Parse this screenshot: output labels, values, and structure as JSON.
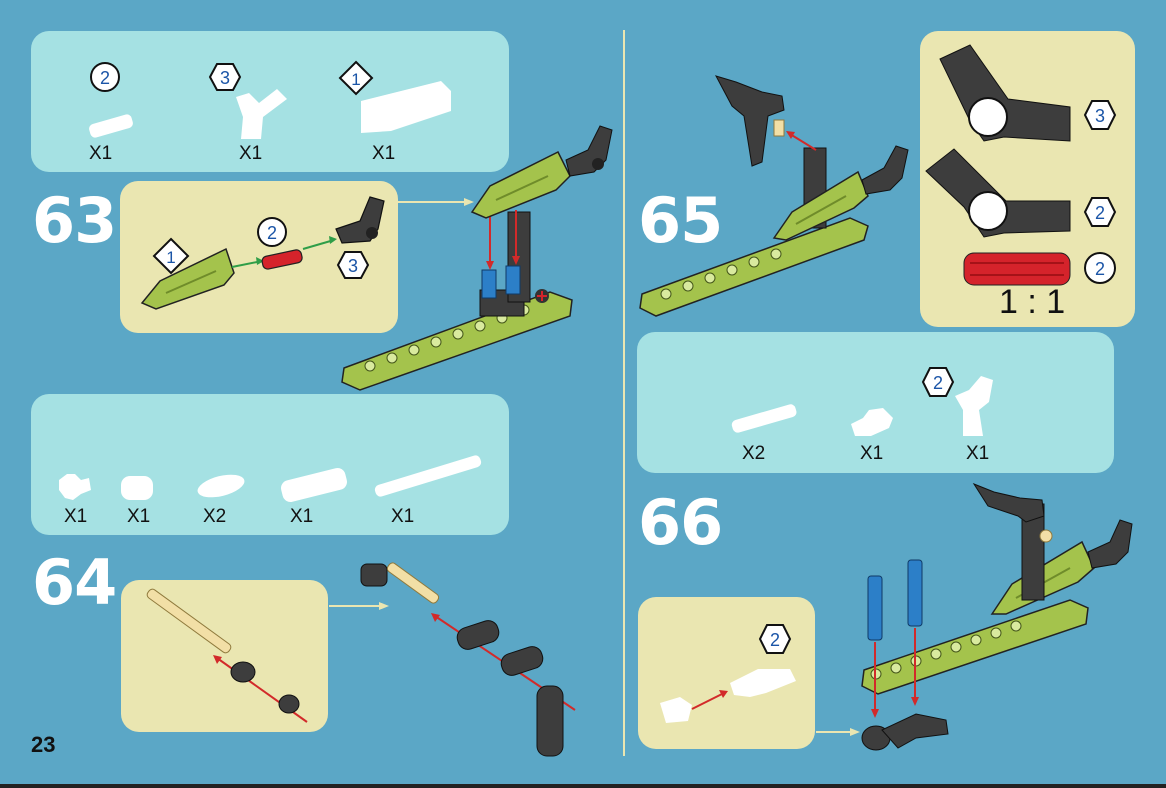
{
  "page": {
    "number": "23"
  },
  "steps": [
    {
      "number": "63",
      "parts_qty": [
        "X1",
        "X1",
        "X1"
      ],
      "callout_badges": [
        "1",
        "2",
        "3"
      ],
      "parts_badges": [
        "2",
        "3",
        "1"
      ]
    },
    {
      "number": "64",
      "parts_qty": [
        "X1",
        "X1",
        "X2",
        "X1",
        "X1"
      ]
    },
    {
      "number": "65",
      "reference_badges": [
        "3",
        "2",
        "2"
      ],
      "ratio": "1 : 1"
    },
    {
      "number": "66",
      "parts_qty": [
        "X2",
        "X1",
        "X1"
      ],
      "parts_badges": [
        "2"
      ],
      "callout_badges": [
        "2"
      ]
    }
  ],
  "colors": {
    "background": "#5ba7c6",
    "parts_panel": "#a5e1e3",
    "callout_panel": "#eae6b1",
    "lime_beam": "#a4c34c",
    "dark_part": "#3d3d3d",
    "blue_pin": "#2c7fc8",
    "red_part": "#d5232b",
    "red_arrow": "#d22a2a",
    "green_arrow": "#2f9e48",
    "tan_axle": "#f2dfa6"
  },
  "icons": [
    "circle-badge-icon",
    "hexagon-badge-icon",
    "diamond-badge-icon",
    "arrow-icon"
  ]
}
